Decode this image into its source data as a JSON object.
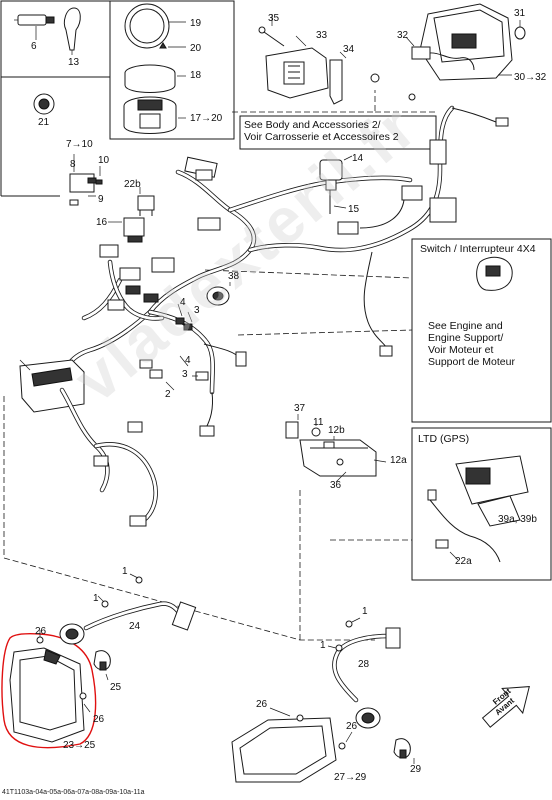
{
  "labels": {
    "p6": "6",
    "p13": "13",
    "p21": "21",
    "p19": "19",
    "p20": "20",
    "p18": "18",
    "p17_20": "17→20",
    "p35": "35",
    "p33": "33",
    "p34": "34",
    "p31": "31",
    "p32": "32",
    "p30_32": "30→32",
    "p7_10": "7→10",
    "p8": "8",
    "p10": "10",
    "p9": "9",
    "p22b": "22b",
    "p16": "16",
    "p14": "14",
    "p15": "15",
    "p38": "38",
    "p4a": "4",
    "p3a": "3",
    "p4b": "4",
    "p3b": "3",
    "p2": "2",
    "p37": "37",
    "p11": "11",
    "p12b": "12b",
    "p12a": "12a",
    "p36": "36",
    "p39": "39a, 39b",
    "p22a": "22a",
    "p1a": "1",
    "p1b": "1",
    "p24": "24",
    "p26a": "26",
    "p25": "25",
    "p26b": "26",
    "p23_25": "23→25",
    "p1c": "1",
    "p1d": "1",
    "p28": "28",
    "p26c": "26",
    "p26d": "26",
    "p27_29": "27→29",
    "p29": "29"
  },
  "notes": {
    "body_line1": "See Body and Accessories 2/",
    "body_line2": "Voir Carrosserie et Accessoires 2",
    "switch_title": "Switch / Interrupteur 4X4",
    "engine_line1": "See Engine and",
    "engine_line2": "Engine Support/",
    "engine_line3": "Voir Moteur et",
    "engine_line4": "Support de Moteur",
    "ltd_title": "LTD (GPS)",
    "front_line1": "Front",
    "front_line2": "Avant"
  },
  "watermark": "vladexteril.fr",
  "doc_code": "41T1103a-04a-05a-06a-07a-08a-09a-10a-11a"
}
